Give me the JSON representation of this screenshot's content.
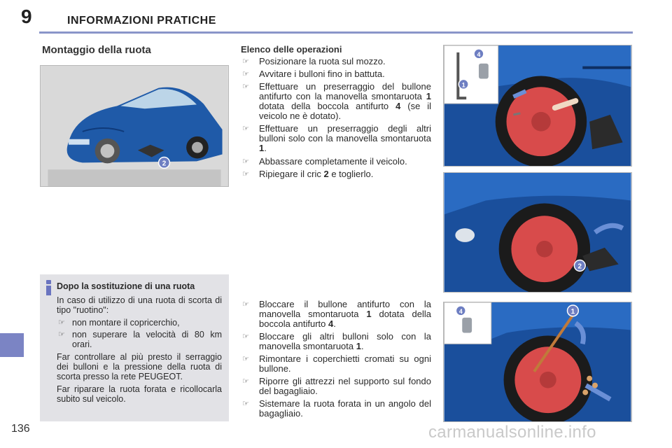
{
  "header": {
    "chapter_number": "9",
    "chapter_title": "INFORMAZIONI PRATICHE"
  },
  "section_title": "Montaggio della ruota",
  "info_box": {
    "title": "Dopo la sostituzione di una ruota",
    "intro": "In caso di utilizzo di una ruota di scorta di tipo \"ruotino\":",
    "bullets": [
      "non montare il copricerchio,",
      "non superare la velocità di 80 km orari."
    ],
    "para1": "Far controllare al più presto il serraggio dei bulloni e la pressione della ruota di scorta presso la rete PEUGEOT.",
    "para2": "Far riparare la ruota forata e ricollocarla subito sul veicolo."
  },
  "operations": {
    "title": "Elenco delle operazioni",
    "group1": [
      {
        "text": "Posizionare la ruota sul mozzo."
      },
      {
        "text": "Avvitare i bulloni fino in battuta."
      },
      {
        "pre": "Effettuare un preserraggio del bullone antifurto con la manovella smontaruota ",
        "num": "1",
        "mid": " dotata della boccola antifurto ",
        "num2": "4",
        "post": " (se il veicolo ne è dotato)."
      },
      {
        "pre": "Effettuare un preserraggio degli altri bulloni solo con la manovella smontaruota ",
        "num": "1",
        "post": "."
      }
    ],
    "group2": [
      {
        "text": "Abbassare completamente il veicolo."
      },
      {
        "pre": "Ripiegare il cric ",
        "num": "2",
        "post": " e toglierlo."
      }
    ],
    "group3": [
      {
        "pre": "Bloccare il bullone antifurto con la manovella smontaruota ",
        "num": "1",
        "mid": " dotata della boccola antifurto ",
        "num2": "4",
        "post": "."
      },
      {
        "pre": "Bloccare gli altri bulloni solo con la manovella smontaruota ",
        "num": "1",
        "post": "."
      },
      {
        "text": "Rimontare i coperchietti cromati su ogni bullone."
      },
      {
        "text": "Riporre gli attrezzi nel supporto sul fondo del bagagliaio."
      },
      {
        "text": "Sistemare la ruota forata in un angolo del bagagliaio."
      }
    ]
  },
  "callouts": {
    "jack": "2",
    "wrench": "1",
    "socket": "4"
  },
  "page_number": "136",
  "watermark": "carmanualsonline.info",
  "colors": {
    "accent": "#7b84c4",
    "car_body": "#1f5aa8",
    "spare_wheel": "#d84b4b",
    "callout": "#6d7ec2"
  },
  "bullet_glyph": "☞"
}
